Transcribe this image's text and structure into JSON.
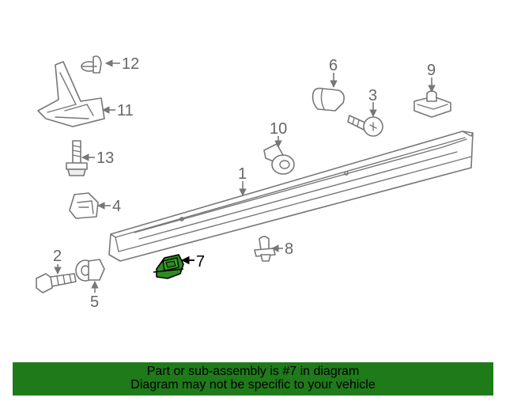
{
  "diagram": {
    "highlighted_part": "7",
    "highlight_color": "#2e8b22",
    "callouts": {
      "c1": "1",
      "c2": "2",
      "c3": "3",
      "c4": "4",
      "c5": "5",
      "c6": "6",
      "c7": "7",
      "c8": "8",
      "c9": "9",
      "c10": "10",
      "c11": "11",
      "c12": "12",
      "c13": "13"
    }
  },
  "banner": {
    "line1": "Part or sub-assembly is #7 in diagram",
    "line2": "Diagram may not be specific to your vehicle",
    "background": "#1f7a1a"
  }
}
